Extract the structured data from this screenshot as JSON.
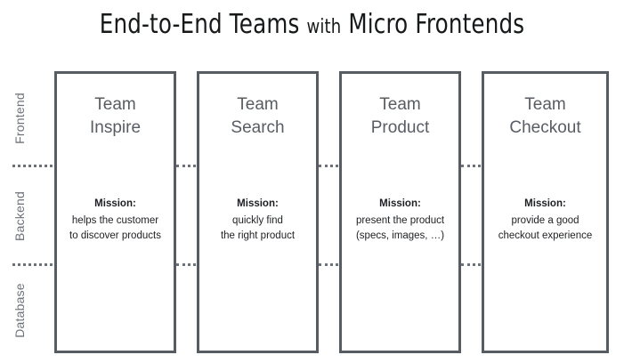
{
  "title": {
    "full": "End-to-End Teams with Micro Frontends",
    "part_1": "End-to-End Teams",
    "part_small": "with",
    "part_2": "Micro Frontends"
  },
  "colors": {
    "box_border": "#575b62",
    "team_name": "#585c63",
    "band_label": "#6d7278",
    "divider": "#6d7278",
    "mission_text": "#1d1f22",
    "title": "#16181a",
    "background": "#ffffff"
  },
  "bands": [
    {
      "label": "Frontend"
    },
    {
      "label": "Backend"
    },
    {
      "label": "Database"
    }
  ],
  "dividers": [
    {
      "name": "frontend-backend-divider"
    },
    {
      "name": "backend-database-divider"
    }
  ],
  "teams": [
    {
      "name_line_1": "Team",
      "name_line_2": "Inspire",
      "mission_heading": "Mission:",
      "mission_line_1": "helps the customer",
      "mission_line_2": "to discover products"
    },
    {
      "name_line_1": "Team",
      "name_line_2": "Search",
      "mission_heading": "Mission:",
      "mission_line_1": "quickly find",
      "mission_line_2": "the right product"
    },
    {
      "name_line_1": "Team",
      "name_line_2": "Product",
      "mission_heading": "Mission:",
      "mission_line_1": "present the product",
      "mission_line_2": "(specs, images, …)"
    },
    {
      "name_line_1": "Team",
      "name_line_2": "Checkout",
      "mission_heading": "Mission:",
      "mission_line_1": "provide a good",
      "mission_line_2": "checkout experience"
    }
  ]
}
